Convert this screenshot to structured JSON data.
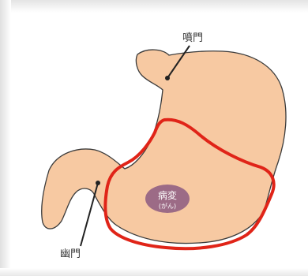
{
  "labels": {
    "cardia": "噴門",
    "pylorus": "幽門",
    "lesion_main": "病変",
    "lesion_sub": "(がん)"
  },
  "colors": {
    "stomach_fill": "#f7c9a2",
    "stomach_outline": "#3b3b3b",
    "resection_line": "#e02418",
    "lesion": "#9c6b86",
    "leader_line": "#222222"
  }
}
